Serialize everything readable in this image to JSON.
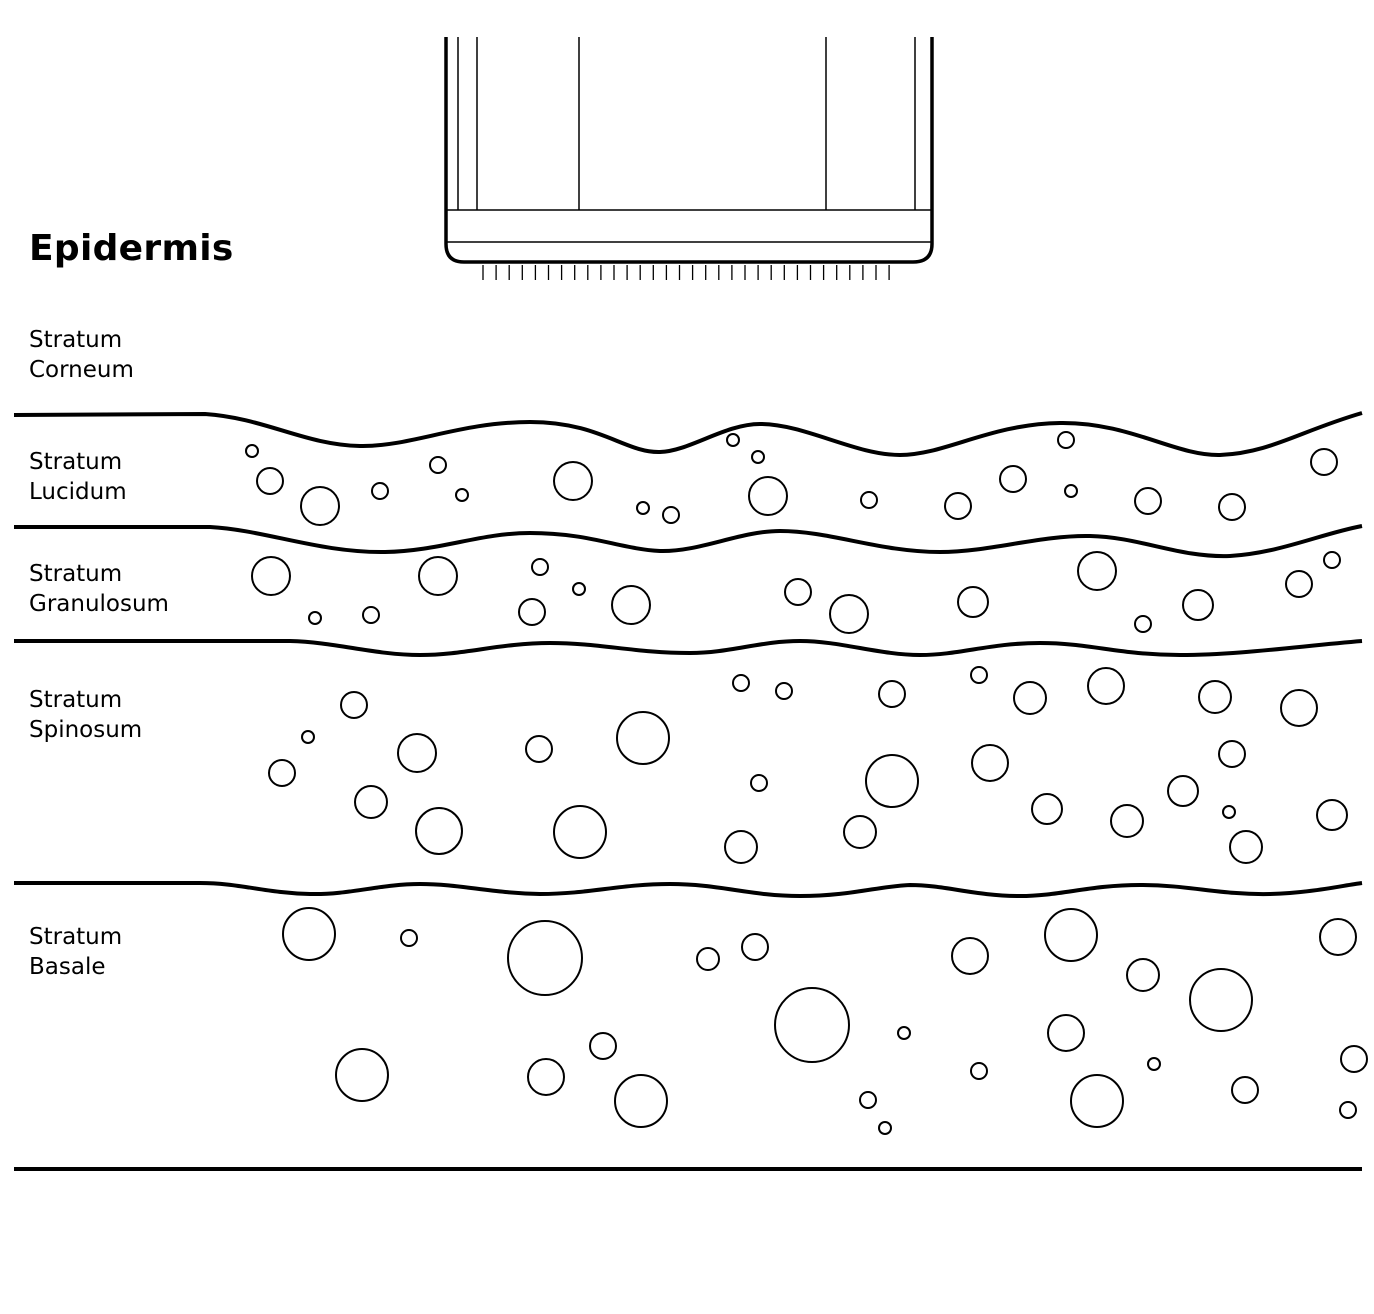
{
  "title": "Epidermis",
  "layers": [
    {
      "key": "corneum",
      "line1": "Stratum",
      "line2": "Corneum"
    },
    {
      "key": "lucidum",
      "line1": "Stratum",
      "line2": "Lucidum"
    },
    {
      "key": "granulosum",
      "line1": "Stratum",
      "line2": "Granulosum"
    },
    {
      "key": "spinosum",
      "line1": "Stratum",
      "line2": "Spinosum"
    },
    {
      "key": "basale",
      "line1": "Stratum",
      "line2": "Basale"
    }
  ],
  "colors": {
    "line": "#000000",
    "background": "#ffffff"
  },
  "icons": {
    "device": "microneedle-device-icon"
  }
}
